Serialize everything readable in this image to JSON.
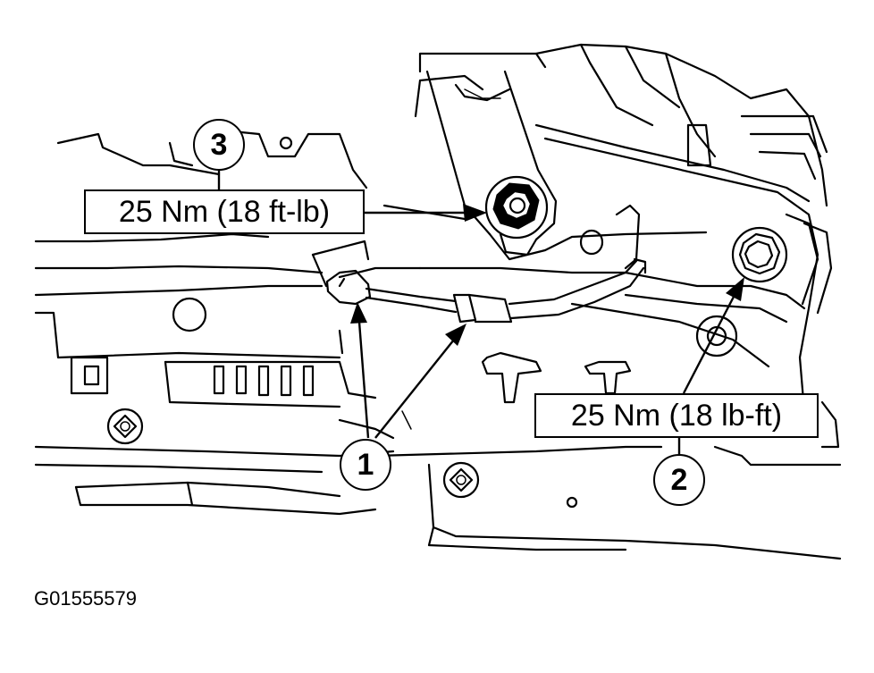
{
  "callouts": [
    {
      "number": "1"
    },
    {
      "number": "2"
    },
    {
      "number": "3"
    }
  ],
  "torque_labels": {
    "bolt_3": "25 Nm (18 ft-lb)",
    "bolt_2": "25 Nm (18 lb-ft)"
  },
  "figure_id": "G01555579"
}
